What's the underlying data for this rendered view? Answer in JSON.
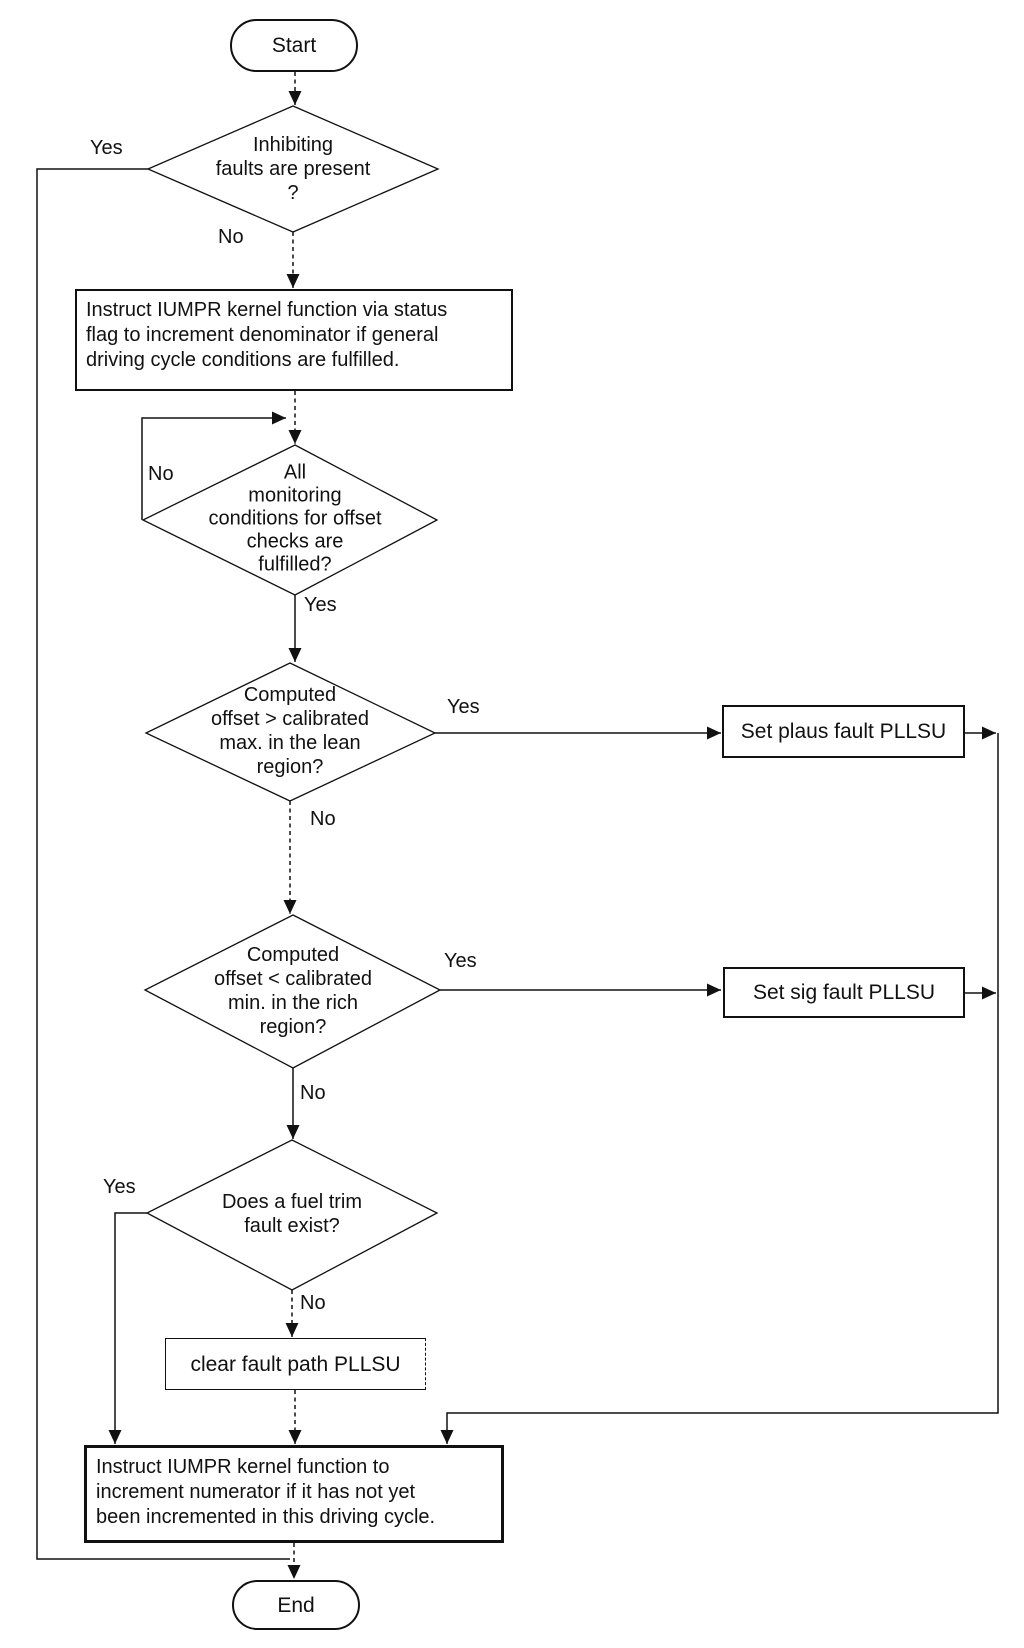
{
  "diagram": {
    "type": "flowchart",
    "nodes": {
      "start": {
        "type": "terminator",
        "label": "Start"
      },
      "inhibiting_faults": {
        "type": "decision",
        "label": "Inhibiting\nfaults are present\n?"
      },
      "increment_denominator": {
        "type": "process",
        "label": "Instruct IUMPR kernel function via status\nflag to increment denominator if general\ndriving cycle conditions are fulfilled."
      },
      "monitoring_conditions": {
        "type": "decision",
        "label": "All\nmonitoring\nconditions for offset\nchecks are\nfulfilled?"
      },
      "offset_max_lean": {
        "type": "decision",
        "label": "Computed\noffset > calibrated\nmax. in the lean\nregion?"
      },
      "set_plaus_fault": {
        "type": "process",
        "label": "Set plaus fault PLLSU"
      },
      "offset_min_rich": {
        "type": "decision",
        "label": "Computed\noffset < calibrated\nmin. in the rich\nregion?"
      },
      "set_sig_fault": {
        "type": "process",
        "label": "Set sig fault PLLSU"
      },
      "fuel_trim_fault": {
        "type": "decision",
        "label": "Does a fuel trim\nfault exist?"
      },
      "clear_fault_path": {
        "type": "process",
        "label": "clear fault path PLLSU"
      },
      "increment_numerator": {
        "type": "process",
        "label": "Instruct IUMPR kernel function to\nincrement numerator if it has not yet\nbeen incremented in this driving cycle."
      },
      "end": {
        "type": "terminator",
        "label": "End"
      }
    },
    "edge_labels": {
      "inhibiting_yes": "Yes",
      "inhibiting_no": "No",
      "monitoring_no": "No",
      "monitoring_yes": "Yes",
      "lean_yes": "Yes",
      "lean_no": "No",
      "rich_yes": "Yes",
      "rich_no": "No",
      "fueltrim_yes": "Yes",
      "fueltrim_no": "No"
    },
    "colors": {
      "line": "#111111",
      "background": "#ffffff"
    }
  }
}
